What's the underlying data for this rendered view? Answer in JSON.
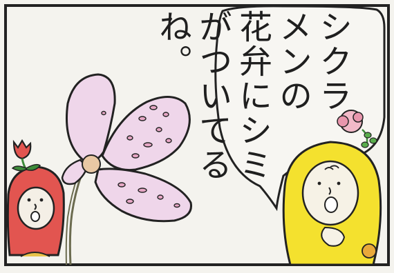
{
  "speech": {
    "lines": [
      "シクラ",
      "メンの",
      "花弁にシミ",
      "がついてるね。"
    ]
  },
  "colors": {
    "paper": "#f4f3ee",
    "ink": "#1f1f1f",
    "petal_pink": "#efd6ea",
    "petal_spot": "#e6a7c5",
    "yellow_character": "#f4e12e",
    "red_character": "#e25550",
    "green": "#3d8b3a"
  }
}
